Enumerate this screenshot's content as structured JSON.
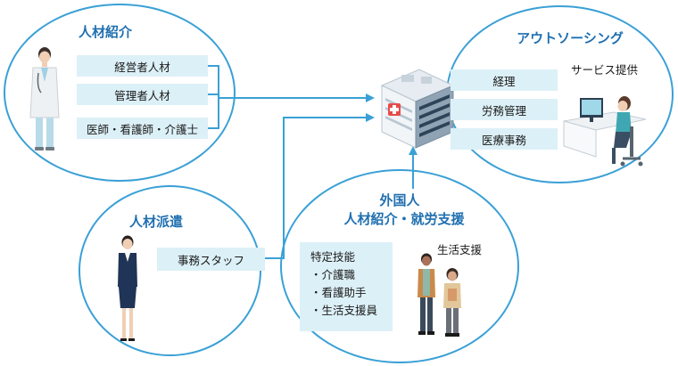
{
  "circles": {
    "recruit": {
      "title": "人材紹介",
      "items": [
        "経営者人材",
        "管理者人材",
        "医師・看護師・介護士"
      ]
    },
    "dispatch": {
      "title": "人材派遣",
      "item": "事務スタッフ"
    },
    "outsourcing": {
      "title": "アウトソーシング",
      "service_label": "サービス提供",
      "items": [
        "経理",
        "労務管理",
        "医療事務"
      ]
    },
    "foreign": {
      "title_line1": "外国人",
      "title_line2": "人材紹介・就労支援",
      "life_support_label": "生活支援",
      "skills_title": "特定技能",
      "skills": [
        "・介護職",
        "・看護助手",
        "・生活支援員"
      ]
    }
  },
  "colors": {
    "circle_border": "#3aa0d6",
    "title_text": "#1f6fb0",
    "box_fill": "#dcf0f7",
    "arrow": "#3aa0d6"
  }
}
